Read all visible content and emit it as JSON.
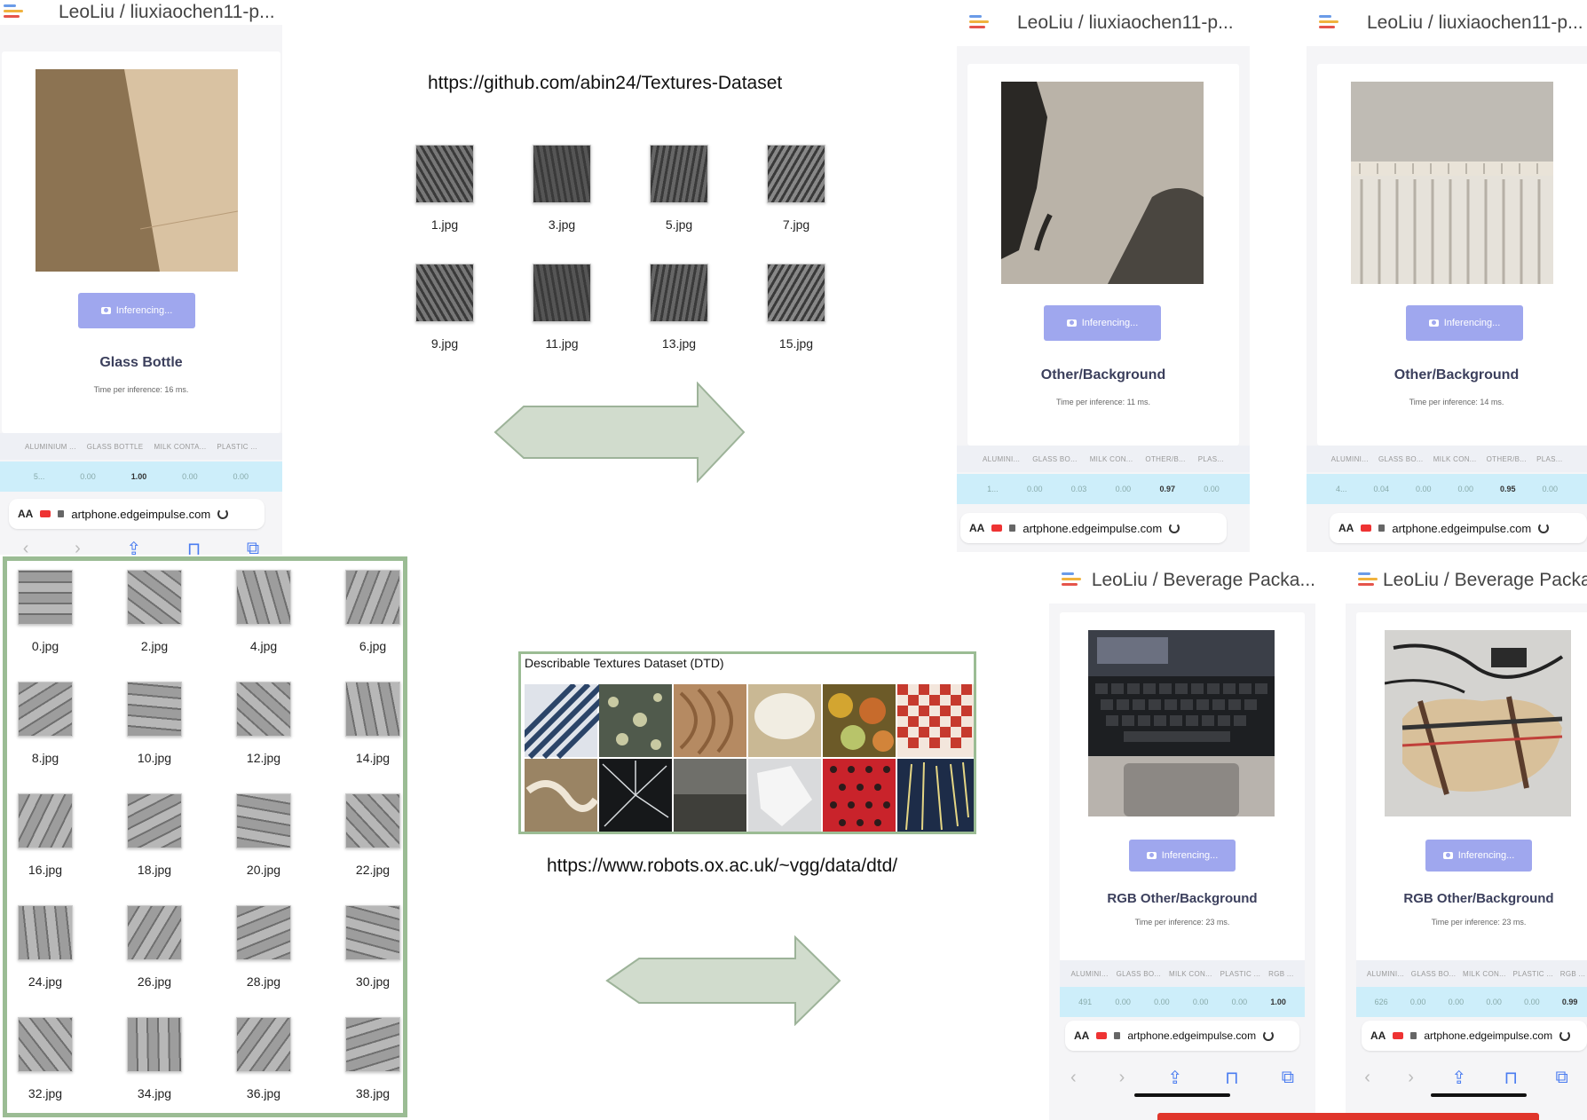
{
  "top_url": "https://github.com/abin24/Textures-Dataset",
  "bottom_url": "https://www.robots.ox.ac.uk/~vgg/data/dtd/",
  "dtd_title": "Describable Textures Dataset (DTD)",
  "texture_files": [
    "1.jpg",
    "3.jpg",
    "5.jpg",
    "7.jpg",
    "9.jpg",
    "11.jpg",
    "13.jpg",
    "15.jpg"
  ],
  "stone_files": [
    "0.jpg",
    "2.jpg",
    "4.jpg",
    "6.jpg",
    "8.jpg",
    "10.jpg",
    "12.jpg",
    "14.jpg",
    "16.jpg",
    "18.jpg",
    "20.jpg",
    "22.jpg",
    "24.jpg",
    "26.jpg",
    "28.jpg",
    "30.jpg",
    "32.jpg",
    "34.jpg",
    "36.jpg",
    "38.jpg"
  ],
  "colors": {
    "arrow": "#d1dccd",
    "arrow_stroke": "#9db399",
    "frame": "#9bbc94",
    "button": "#9fa7ee",
    "table_row": "#cdeefa"
  },
  "phones": [
    {
      "title": "LeoLiu / liuxiaochen11-p...",
      "button": "Inferencing...",
      "result": "Glass Bottle",
      "time": "Time per inference: 16 ms.",
      "headers": [
        "ALUMINIUM ...",
        "GLASS BOTTLE",
        "MILK CONTA...",
        "PLASTIC ..."
      ],
      "values": [
        "5...",
        "0.00",
        "1.00",
        "0.00",
        "0.00"
      ],
      "highlight": 2,
      "host": "artphone.edgeimpulse.com"
    },
    {
      "title": "LeoLiu / liuxiaochen11-p...",
      "button": "Inferencing...",
      "result": "Other/Background",
      "time": "Time per inference: 11 ms.",
      "headers": [
        "ALUMINI...",
        "GLASS BO...",
        "MILK CON...",
        "OTHER/B...",
        "PLAS..."
      ],
      "values": [
        "1...",
        "0.00",
        "0.03",
        "0.00",
        "0.97",
        "0.00"
      ],
      "highlight": 4,
      "host": "artphone.edgeimpulse.com"
    },
    {
      "title": "LeoLiu / liuxiaochen11-p...",
      "button": "Inferencing...",
      "result": "Other/Background",
      "time": "Time per inference: 14 ms.",
      "headers": [
        "ALUMINI...",
        "GLASS BO...",
        "MILK CON...",
        "OTHER/B...",
        "PLAS..."
      ],
      "values": [
        "4...",
        "0.04",
        "0.00",
        "0.00",
        "0.95",
        "0.00"
      ],
      "highlight": 4,
      "host": "artphone.edgeimpulse.com"
    },
    {
      "title": "LeoLiu / Beverage Packa...",
      "button": "Inferencing...",
      "result": "RGB Other/Background",
      "time": "Time per inference: 23 ms.",
      "headers": [
        "ALUMINI...",
        "GLASS BO...",
        "MILK CON...",
        "PLASTIC ...",
        "RGB ..."
      ],
      "values": [
        "491",
        "0.00",
        "0.00",
        "0.00",
        "0.00",
        "1.00"
      ],
      "highlight": 5,
      "host": "artphone.edgeimpulse.com"
    },
    {
      "title": "LeoLiu / Beverage Packa",
      "button": "Inferencing...",
      "result": "RGB Other/Background",
      "time": "Time per inference: 23 ms.",
      "headers": [
        "ALUMINI...",
        "GLASS BO...",
        "MILK CON...",
        "PLASTIC ...",
        "RGB ..."
      ],
      "values": [
        "626",
        "0.00",
        "0.00",
        "0.00",
        "0.00",
        "0.99"
      ],
      "highlight": 5,
      "host": "artphone.edgeimpulse.com"
    }
  ]
}
